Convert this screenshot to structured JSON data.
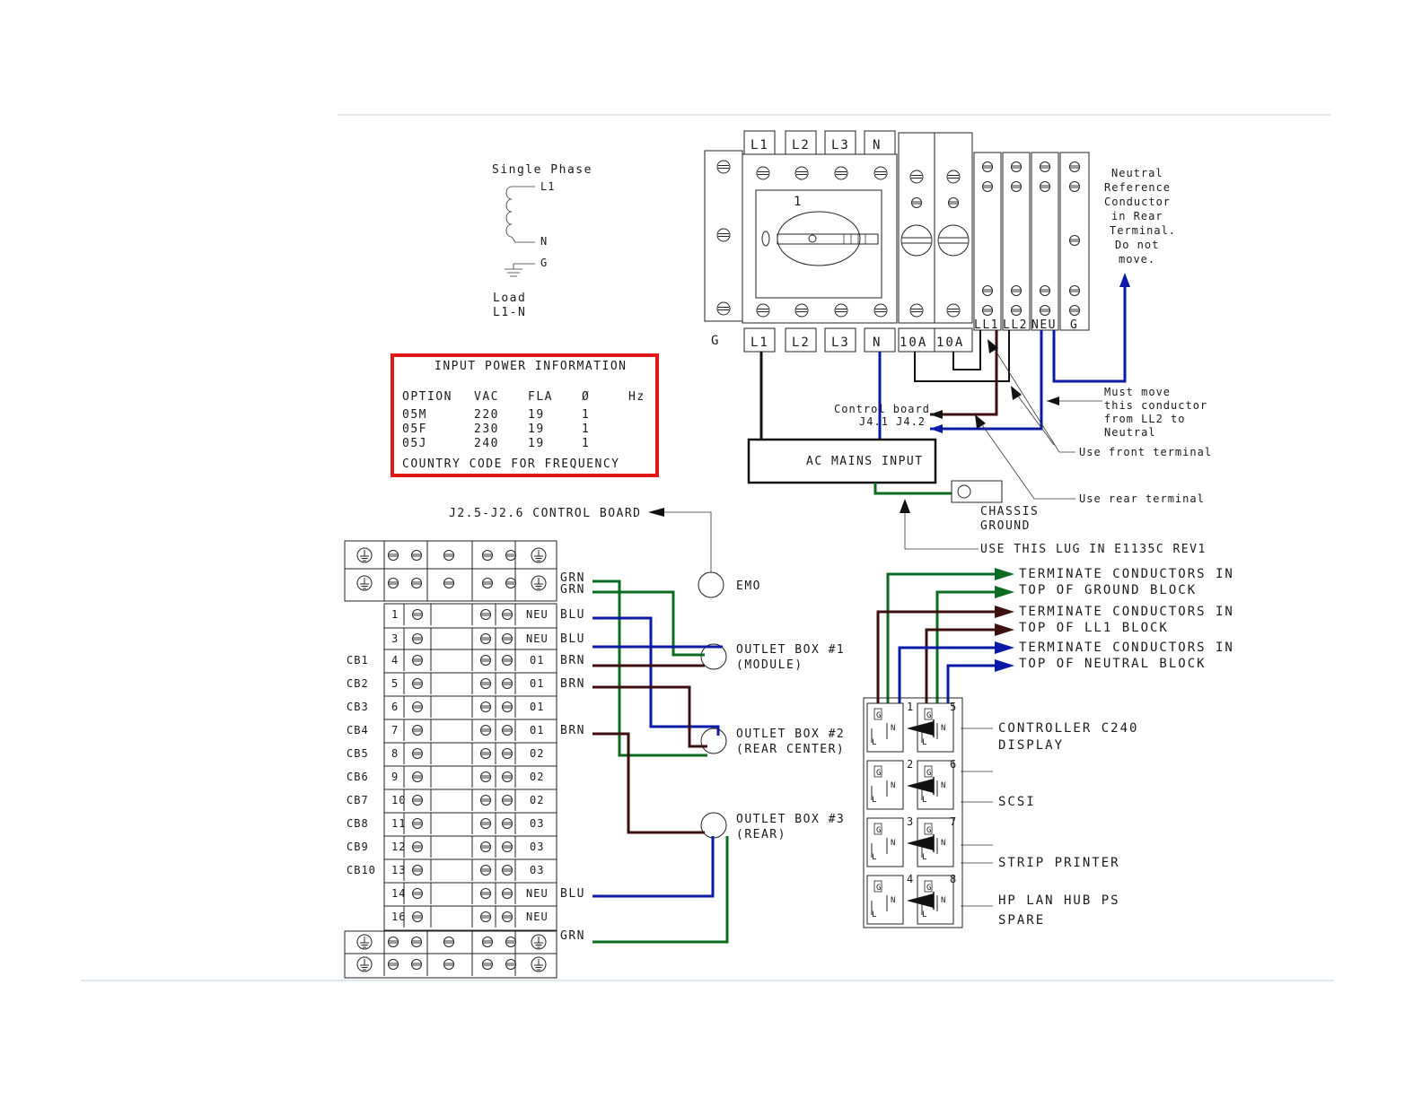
{
  "single_phase": {
    "title": "Single Phase",
    "l1": "L1",
    "n": "N",
    "g": "G",
    "load_label": "Load",
    "load_value": "L1-N"
  },
  "power_info": {
    "title": "INPUT POWER INFORMATION",
    "headers": [
      "OPTION",
      "VAC",
      "FLA",
      "Ø",
      "Hz"
    ],
    "rows": [
      [
        "05M",
        "220",
        "19",
        "1"
      ],
      [
        "05F",
        "230",
        "19",
        "1"
      ],
      [
        "05J",
        "240",
        "19",
        "1"
      ]
    ],
    "footer": "COUNTRY CODE FOR FREQUENCY"
  },
  "breaker": {
    "top_labels": [
      "L1",
      "L2",
      "L3",
      "N"
    ],
    "bottom_labels": [
      "L1",
      "L2",
      "L3",
      "N",
      "10A",
      "10A"
    ],
    "g_label": "G",
    "switch_number": "1",
    "terminal_labels": [
      "LL1",
      "LL2",
      "NEU",
      "G"
    ]
  },
  "notes": {
    "neutral_ref": [
      "Neutral",
      "Reference",
      "Conductor",
      "in Rear",
      "Terminal.",
      "Do not",
      "move."
    ],
    "must_move": [
      "Must move",
      "this conductor",
      "from LL2 to",
      "Neutral"
    ],
    "control_board": [
      "Control board",
      "J4.1  J4.2"
    ],
    "use_front": "Use front terminal",
    "use_rear": "Use rear terminal",
    "chassis_ground": [
      "CHASSIS",
      "GROUND"
    ],
    "use_lug": "USE THIS LUG IN E1135C REV1",
    "ac_mains": "AC MAINS INPUT"
  },
  "panel": {
    "control_board": "J2.5-J2.6 CONTROL BOARD",
    "emo": "EMO",
    "rows": [
      {
        "cb": "",
        "num": "1",
        "end": "NEU",
        "wire": "BLU"
      },
      {
        "cb": "",
        "num": "3",
        "end": "NEU",
        "wire": "BLU"
      },
      {
        "cb": "CB1",
        "num": "4",
        "end": "01",
        "wire": "BRN"
      },
      {
        "cb": "CB2",
        "num": "5",
        "end": "01",
        "wire": "BRN"
      },
      {
        "cb": "CB3",
        "num": "6",
        "end": "01",
        "wire": ""
      },
      {
        "cb": "CB4",
        "num": "7",
        "end": "01",
        "wire": "BRN"
      },
      {
        "cb": "CB5",
        "num": "8",
        "end": "02",
        "wire": ""
      },
      {
        "cb": "CB6",
        "num": "9",
        "end": "02",
        "wire": ""
      },
      {
        "cb": "CB7",
        "num": "10",
        "end": "02",
        "wire": ""
      },
      {
        "cb": "CB8",
        "num": "11",
        "end": "03",
        "wire": ""
      },
      {
        "cb": "CB9",
        "num": "12",
        "end": "03",
        "wire": ""
      },
      {
        "cb": "CB10",
        "num": "13",
        "end": "03",
        "wire": ""
      },
      {
        "cb": "",
        "num": "14",
        "end": "NEU",
        "wire": "BLU"
      },
      {
        "cb": "",
        "num": "16",
        "end": "NEU",
        "wire": ""
      }
    ],
    "grn_top": [
      "GRN",
      "GRN"
    ],
    "grn_bottom": "GRN"
  },
  "outlets": [
    {
      "line1": "OUTLET BOX #1",
      "line2": "(MODULE)"
    },
    {
      "line1": "OUTLET BOX #2",
      "line2": "(REAR CENTER)"
    },
    {
      "line1": "OUTLET BOX #3",
      "line2": "(REAR)"
    }
  ],
  "terminate": [
    {
      "line1": "TERMINATE CONDUCTORS IN",
      "line2": "TOP OF GROUND BLOCK"
    },
    {
      "line1": "TERMINATE CONDUCTORS IN",
      "line2": "TOP OF LL1 BLOCK"
    },
    {
      "line1": "TERMINATE CONDUCTORS IN",
      "line2": "TOP OF NEUTRAL BLOCK"
    }
  ],
  "receptacles": {
    "numbers": [
      "1",
      "5",
      "2",
      "6",
      "3",
      "7",
      "4",
      "8"
    ],
    "g": "G",
    "n": "N",
    "l": "L",
    "labels": [
      "CONTROLLER C240",
      "DISPLAY",
      "SCSI",
      "STRIP PRINTER",
      "HP LAN HUB PS",
      "SPARE"
    ]
  },
  "colors": {
    "rule": "#c7dbe6",
    "red_box": "#e01818",
    "blue_wire": "#0a1aa6",
    "green_wire": "#0b6b1e",
    "brown_wire": "#3d0f0f",
    "black_wire": "#111111"
  }
}
